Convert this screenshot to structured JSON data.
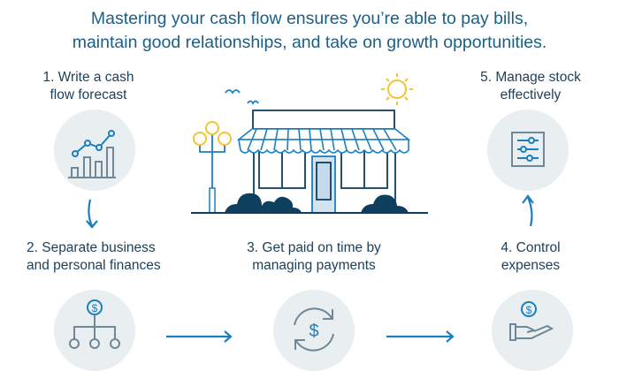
{
  "title": {
    "line1": "Mastering your cash flow ensures you’re able to pay bills,",
    "line2": "maintain good relationships, and take on growth opportunities."
  },
  "steps": [
    {
      "line1": "1. Write a cash",
      "line2": "flow forecast",
      "icon": "chart-icon"
    },
    {
      "line1": "2. Separate business",
      "line2": "and personal finances",
      "icon": "money-hierarchy-icon"
    },
    {
      "line1": "3. Get paid on time by",
      "line2": "managing payments",
      "icon": "dollar-cycle-icon"
    },
    {
      "line1": "4. Control",
      "line2": "expenses",
      "icon": "hand-coin-icon"
    },
    {
      "line1": "5. Manage stock",
      "line2": "effectively",
      "icon": "sliders-icon"
    }
  ],
  "colors": {
    "accent": "#1a7fc1",
    "dark": "#0f3f5f",
    "sun": "#f5c233",
    "circle": "#e9eef1"
  }
}
